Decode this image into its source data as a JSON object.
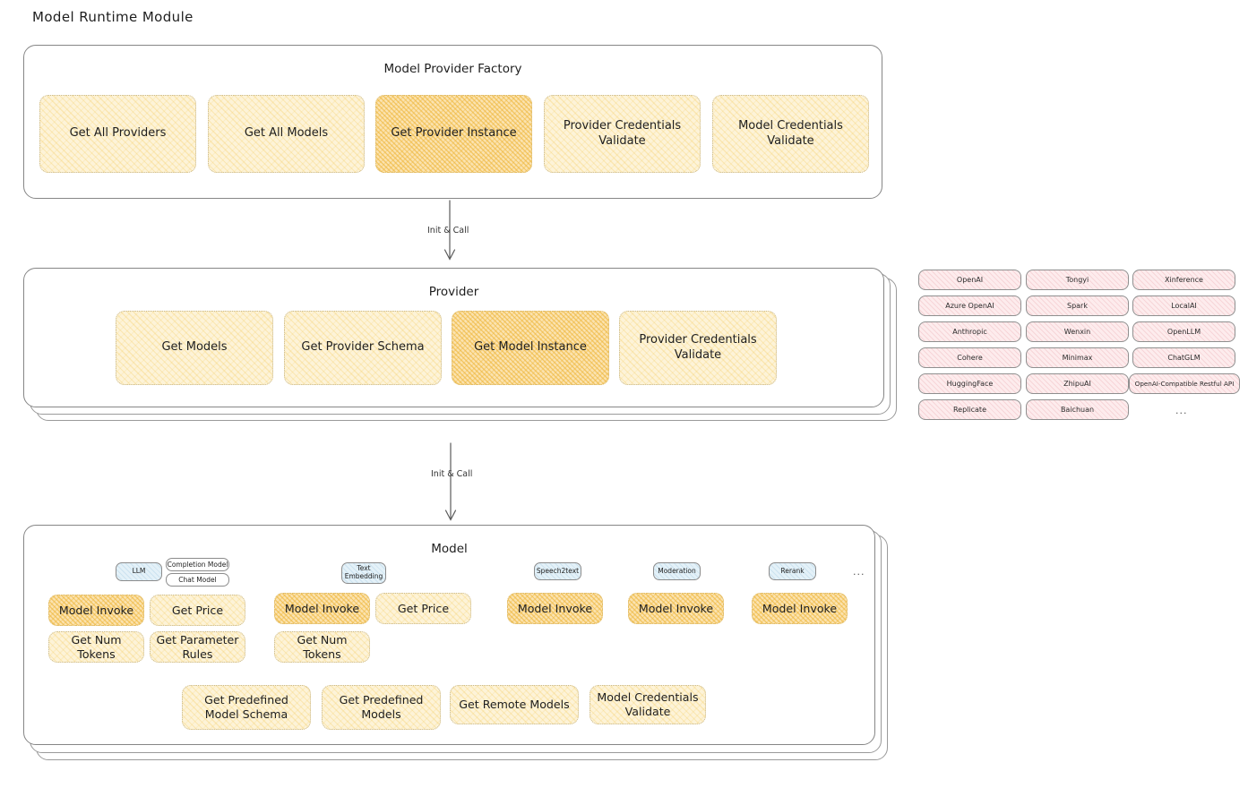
{
  "page": {
    "title": "Model Runtime Module"
  },
  "factory": {
    "title": "Model Provider Factory",
    "nodes": [
      {
        "label": "Get All Providers",
        "highlighted": false
      },
      {
        "label": "Get All Models",
        "highlighted": false
      },
      {
        "label": "Get Provider Instance",
        "highlighted": true
      },
      {
        "label": "Provider Credentials Validate",
        "highlighted": false
      },
      {
        "label": "Model Credentials Validate",
        "highlighted": false
      }
    ]
  },
  "arrow1": {
    "label": "Init & Call"
  },
  "provider": {
    "title": "Provider",
    "nodes": [
      {
        "label": "Get Models",
        "highlighted": false
      },
      {
        "label": "Get Provider Schema",
        "highlighted": false
      },
      {
        "label": "Get Model Instance",
        "highlighted": true
      },
      {
        "label": "Provider Credentials Validate",
        "highlighted": false
      }
    ]
  },
  "arrow2": {
    "label": "Init & Call"
  },
  "provider_list": {
    "columns": [
      [
        "OpenAI",
        "Azure OpenAI",
        "Anthropic",
        "Cohere",
        "HuggingFace",
        "Replicate"
      ],
      [
        "Tongyi",
        "Spark",
        "Wenxin",
        "Minimax",
        "ZhipuAI",
        "Baichuan"
      ],
      [
        "Xinference",
        "LocalAI",
        "OpenLLM",
        "ChatGLM",
        "OpenAI-Compatible Restful API"
      ]
    ],
    "more": "..."
  },
  "model": {
    "title": "Model",
    "more": "...",
    "types": [
      {
        "badge": "LLM",
        "tags": [
          "Completion Model",
          "Chat Model"
        ]
      },
      {
        "badge": "Text Embedding",
        "tags": []
      },
      {
        "badge": "Speech2text",
        "tags": []
      },
      {
        "badge": "Moderation",
        "tags": []
      },
      {
        "badge": "Rerank",
        "tags": []
      }
    ],
    "methods": [
      {
        "label": "Model Invoke",
        "highlighted": true
      },
      {
        "label": "Get Price",
        "highlighted": false
      },
      {
        "label": "Get Num Tokens",
        "highlighted": false
      },
      {
        "label": "Get Parameter Rules",
        "highlighted": false
      },
      {
        "label": "Model Invoke",
        "highlighted": true
      },
      {
        "label": "Get Price",
        "highlighted": false
      },
      {
        "label": "Get Num Tokens",
        "highlighted": false
      },
      {
        "label": "Model Invoke",
        "highlighted": true
      },
      {
        "label": "Model Invoke",
        "highlighted": true
      },
      {
        "label": "Model Invoke",
        "highlighted": true
      }
    ],
    "common": [
      {
        "label": "Get Predefined Model Schema",
        "highlighted": false
      },
      {
        "label": "Get Predefined Models",
        "highlighted": false
      },
      {
        "label": "Get Remote Models",
        "highlighted": false
      },
      {
        "label": "Model Credentials Validate",
        "highlighted": false
      }
    ]
  },
  "colors": {
    "node_fill": "#fdf3d8",
    "node_fill_highlight": "#fbe3b0",
    "provider_pill_fill": "#fdeced",
    "badge_fill": "#e4f1f8",
    "stroke": "#868686",
    "text": "#1e1e1e"
  }
}
